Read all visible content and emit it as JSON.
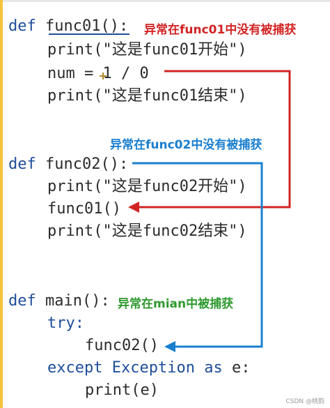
{
  "code": {
    "line1": {
      "kw": "def",
      "name": "func01():"
    },
    "line2": {
      "text": "print(\"这是func01开始\")"
    },
    "line3": {
      "text": "num = 1 / 0"
    },
    "line4": {
      "text": "print(\"这是func01结束\")"
    },
    "line5": {
      "kw": "def",
      "name": "func02():"
    },
    "line6": {
      "text": "print(\"这是func02开始\")"
    },
    "line7": {
      "text": "func01()"
    },
    "line8": {
      "text": "print(\"这是func02结束\")"
    },
    "line9": {
      "kw": "def",
      "name": "main():"
    },
    "line10": {
      "kw": "try:"
    },
    "line11": {
      "text": "func02()"
    },
    "line12": {
      "kw1": "except",
      "cls": "Exception",
      "kw2": "as",
      "var": "e:"
    },
    "line13": {
      "text": "print(e)"
    }
  },
  "annotations": {
    "func01": "异常在func01中没有被捕获",
    "func02": "异常在func02中没有被捕获",
    "main": "异常在mian中被捕获"
  },
  "colors": {
    "red": "#d12424",
    "blue": "#1a7fcf",
    "green": "#2e9a2e",
    "keyword": "#1f4e9a"
  },
  "watermark": "CSDN @桃韵"
}
